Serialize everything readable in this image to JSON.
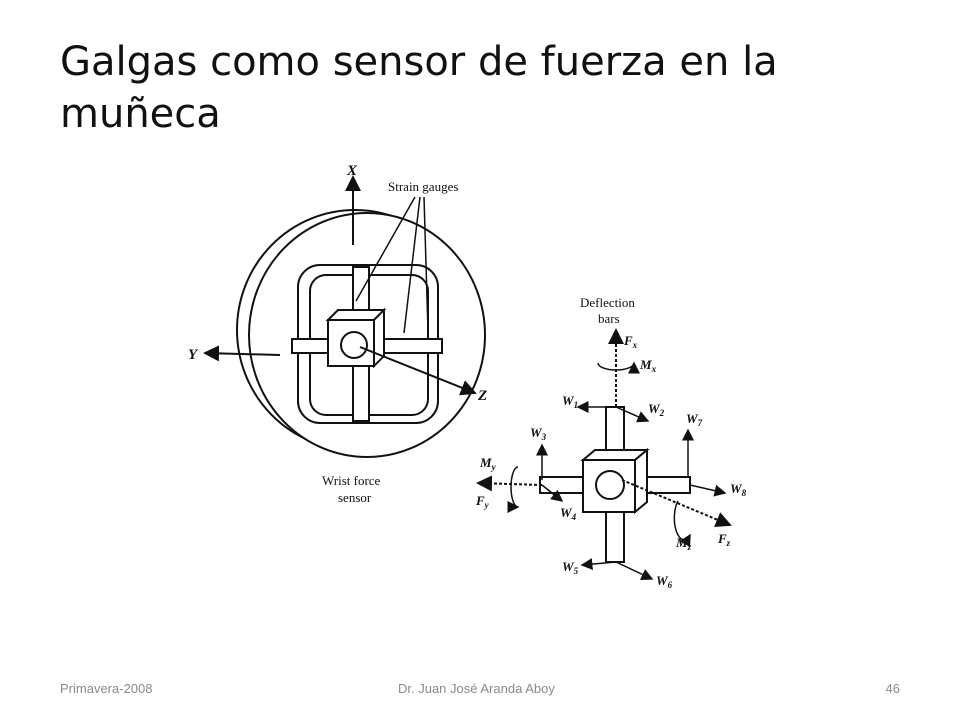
{
  "slide": {
    "title_line1": "Galgas como sensor de fuerza en la",
    "title_line2": "muñeca"
  },
  "figure": {
    "left_labels": {
      "strain_gauges": "Strain gauges",
      "wrist_line1": "Wrist force",
      "wrist_line2": "sensor",
      "axis_x": "X",
      "axis_y": "Y",
      "axis_z": "Z"
    },
    "right_labels": {
      "deflection_line1": "Deflection",
      "deflection_line2": "bars",
      "Fx": "F",
      "Fx_sub": "x",
      "Mx": "M",
      "Mx_sub": "x",
      "Fy": "F",
      "Fy_sub": "y",
      "My": "M",
      "My_sub": "y",
      "Fz": "F",
      "Fz_sub": "z",
      "Mz": "M",
      "Mz_sub": "z",
      "W1": "W",
      "W1_sub": "1",
      "W2": "W",
      "W2_sub": "2",
      "W3": "W",
      "W3_sub": "3",
      "W4": "W",
      "W4_sub": "4",
      "W5": "W",
      "W5_sub": "5",
      "W6": "W",
      "W6_sub": "6",
      "W7": "W",
      "W7_sub": "7",
      "W8": "W",
      "W8_sub": "8"
    }
  },
  "footer": {
    "left": "Primavera-2008",
    "center": "Dr. Juan José Aranda Aboy",
    "right": "46"
  }
}
